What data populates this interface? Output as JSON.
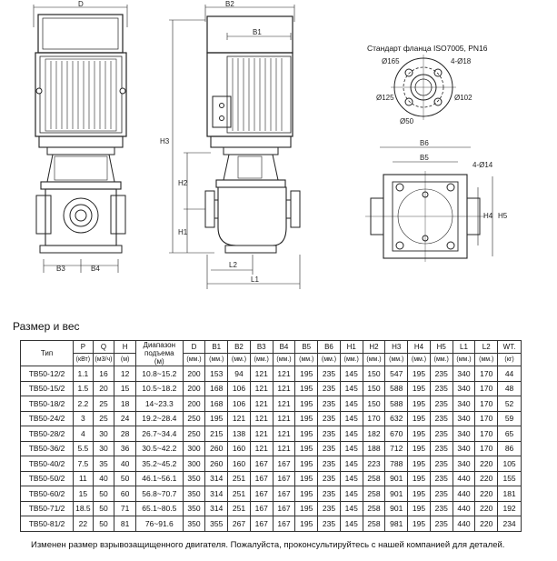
{
  "drawing": {
    "flange_title": "Стандарт фланца ISO7005, PN16",
    "labels": {
      "D": "D",
      "B2": "B2",
      "B1": "B1",
      "H3": "H3",
      "H2": "H2",
      "H1": "H1",
      "L2": "L2",
      "L1": "L1",
      "B3": "B3",
      "B4": "B4",
      "B6": "B6",
      "B5": "B5",
      "H4": "H4",
      "H5": "H5",
      "holes_4x14": "4-Ø14",
      "d165": "Ø165",
      "d4x18": "4-Ø18",
      "d125": "Ø125",
      "d102": "Ø102",
      "d50": "Ø50"
    }
  },
  "section_title": "Размер и вес",
  "table": {
    "headers": [
      "Тип",
      "P",
      "Q",
      "H",
      "Диапазон подъема",
      "D",
      "B1",
      "B2",
      "B3",
      "B4",
      "B5",
      "B6",
      "H1",
      "H2",
      "H3",
      "H4",
      "H5",
      "L1",
      "L2",
      "WT."
    ],
    "units": [
      "",
      "(кВт)",
      "(м3/ч)",
      "(м)",
      "(м)",
      "(мм.)",
      "(мм.)",
      "(мм.)",
      "(мм.)",
      "(мм.)",
      "(мм.)",
      "(мм.)",
      "(мм.)",
      "(мм.)",
      "(мм.)",
      "(мм.)",
      "(мм.)",
      "(мм.)",
      "(мм.)",
      "(кг)"
    ],
    "rows": [
      [
        "TB50-12/2",
        "1.1",
        "16",
        "12",
        "10.8~15.2",
        "200",
        "153",
        "94",
        "121",
        "121",
        "195",
        "235",
        "145",
        "150",
        "547",
        "195",
        "235",
        "340",
        "170",
        "44"
      ],
      [
        "TB50-15/2",
        "1.5",
        "20",
        "15",
        "10.5~18.2",
        "200",
        "168",
        "106",
        "121",
        "121",
        "195",
        "235",
        "145",
        "150",
        "588",
        "195",
        "235",
        "340",
        "170",
        "48"
      ],
      [
        "TB50-18/2",
        "2.2",
        "25",
        "18",
        "14~23.3",
        "200",
        "168",
        "106",
        "121",
        "121",
        "195",
        "235",
        "145",
        "150",
        "588",
        "195",
        "235",
        "340",
        "170",
        "52"
      ],
      [
        "TB50-24/2",
        "3",
        "25",
        "24",
        "19.2~28.4",
        "250",
        "195",
        "121",
        "121",
        "121",
        "195",
        "235",
        "145",
        "170",
        "632",
        "195",
        "235",
        "340",
        "170",
        "59"
      ],
      [
        "TB50-28/2",
        "4",
        "30",
        "28",
        "26.7~34.4",
        "250",
        "215",
        "138",
        "121",
        "121",
        "195",
        "235",
        "145",
        "182",
        "670",
        "195",
        "235",
        "340",
        "170",
        "65"
      ],
      [
        "TB50-36/2",
        "5.5",
        "30",
        "36",
        "30.5~42.2",
        "300",
        "260",
        "160",
        "121",
        "121",
        "195",
        "235",
        "145",
        "188",
        "712",
        "195",
        "235",
        "340",
        "170",
        "86"
      ],
      [
        "TB50-40/2",
        "7.5",
        "35",
        "40",
        "35.2~45.2",
        "300",
        "260",
        "160",
        "167",
        "167",
        "195",
        "235",
        "145",
        "223",
        "788",
        "195",
        "235",
        "340",
        "220",
        "105"
      ],
      [
        "TB50-50/2",
        "11",
        "40",
        "50",
        "46.1~56.1",
        "350",
        "314",
        "251",
        "167",
        "167",
        "195",
        "235",
        "145",
        "258",
        "901",
        "195",
        "235",
        "440",
        "220",
        "155"
      ],
      [
        "TB50-60/2",
        "15",
        "50",
        "60",
        "56.8~70.7",
        "350",
        "314",
        "251",
        "167",
        "167",
        "195",
        "235",
        "145",
        "258",
        "901",
        "195",
        "235",
        "440",
        "220",
        "181"
      ],
      [
        "TB50-71/2",
        "18.5",
        "50",
        "71",
        "65.1~80.5",
        "350",
        "314",
        "251",
        "167",
        "167",
        "195",
        "235",
        "145",
        "258",
        "901",
        "195",
        "235",
        "440",
        "220",
        "192"
      ],
      [
        "TB50-81/2",
        "22",
        "50",
        "81",
        "76~91.6",
        "350",
        "355",
        "267",
        "167",
        "167",
        "195",
        "235",
        "145",
        "258",
        "981",
        "195",
        "235",
        "440",
        "220",
        "234"
      ]
    ]
  },
  "note": "Изменен размер взрывозащищенного двигателя. Пожалуйста, проконсультируйтесь с нашей компанией для деталей."
}
